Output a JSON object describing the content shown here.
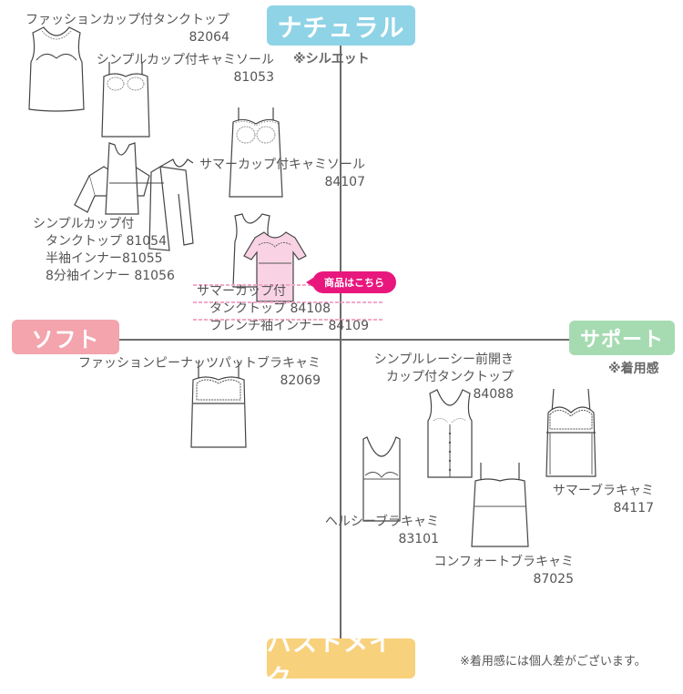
{
  "axes": {
    "top": "ナチュラル",
    "top_note": "※シルエット",
    "left": "ソフト",
    "right": "サポート",
    "right_note": "※着用感",
    "bottom": "バストメイク"
  },
  "footnote": "※着用感には個人差がございます。",
  "callout": "商品はこちら",
  "products": [
    {
      "lines": [
        "ファッションカップ付タンクトップ",
        "82064"
      ]
    },
    {
      "lines": [
        "シンプルカップ付キャミソール",
        "81053"
      ]
    },
    {
      "lines": [
        "サマーカップ付キャミソール",
        "84107"
      ]
    },
    {
      "lines": [
        "シンプルカップ付",
        "タンクトップ 81054",
        "半袖インナー81055",
        "8分袖インナー 81056"
      ]
    },
    {
      "lines": [
        "サマーカップ付",
        "タンクトップ 84108",
        "フレンチ袖インナー 84109"
      ]
    },
    {
      "lines": [
        "ファッションピーナッツパットブラキャミ",
        "82069"
      ]
    },
    {
      "lines": [
        "シンプルレーシー前開き",
        "カップ付タンクトップ",
        "84088"
      ]
    },
    {
      "lines": [
        "サマーブラキャミ",
        "84117"
      ]
    },
    {
      "lines": [
        "ヘルシーブラキャミ",
        "83101"
      ]
    },
    {
      "lines": [
        "コンフォートブラキャミ",
        "87025"
      ]
    }
  ],
  "colors": {
    "natural": "#8fd3e6",
    "soft": "#f3a4ad",
    "support": "#a6dbb2",
    "bust_make": "#f8d17d",
    "callout": "#e8177e",
    "highlight_garment": "#f9d3e4"
  }
}
